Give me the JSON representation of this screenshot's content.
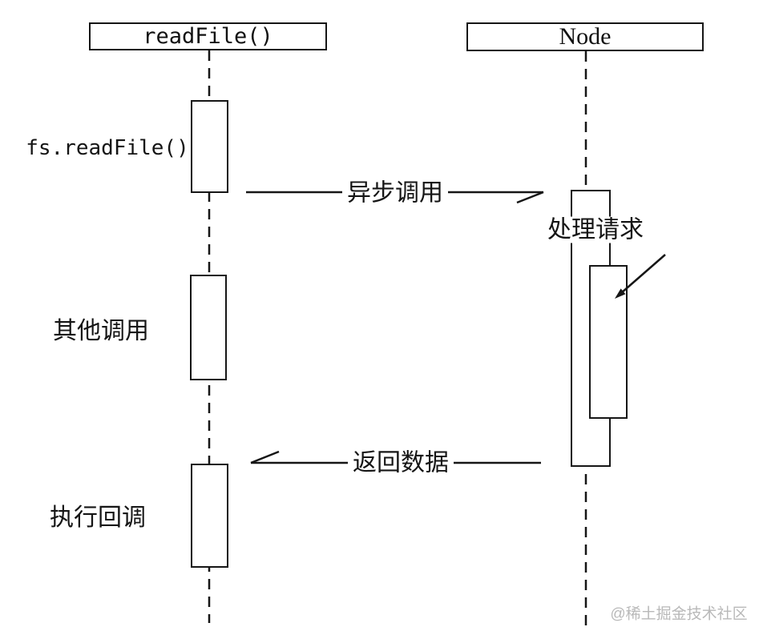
{
  "diagram": {
    "type": "sequence-diagram",
    "actors": [
      {
        "id": "readfile",
        "label": "readFile()"
      },
      {
        "id": "node",
        "label": "Node"
      }
    ],
    "labels": {
      "fs_readfile": "fs.readFile()",
      "other_calls": "其他调用",
      "execute_callback": "执行回调",
      "process_request": "处理请求"
    },
    "messages": [
      {
        "id": "async-call",
        "from": "readfile",
        "to": "node",
        "label": "异步调用",
        "style": "async-open-arrow"
      },
      {
        "id": "return-data",
        "from": "node",
        "to": "readfile",
        "label": "返回数据",
        "style": "async-open-arrow"
      }
    ],
    "colors": {
      "line": "#161616",
      "text": "#151515",
      "background": "#ffffff",
      "watermark": "#b9b9b9"
    },
    "watermark": "@稀土掘金技术社区"
  }
}
